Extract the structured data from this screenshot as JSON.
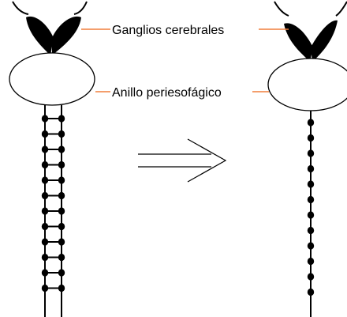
{
  "labels": {
    "ganglia": "Ganglios cerebrales",
    "ring": "Anillo periesofágico"
  },
  "colors": {
    "ink": "#000000",
    "leader": "#f07f3c",
    "background": "#ffffff"
  },
  "left_cord": {
    "strands": 2,
    "ganglion_pairs": 12,
    "connected_by_commissures": true
  },
  "right_cord": {
    "strands": 1,
    "ganglion_pairs": 12,
    "connected_by_commissures": false
  },
  "arrow": {
    "style": "double-line",
    "direction": "right"
  }
}
